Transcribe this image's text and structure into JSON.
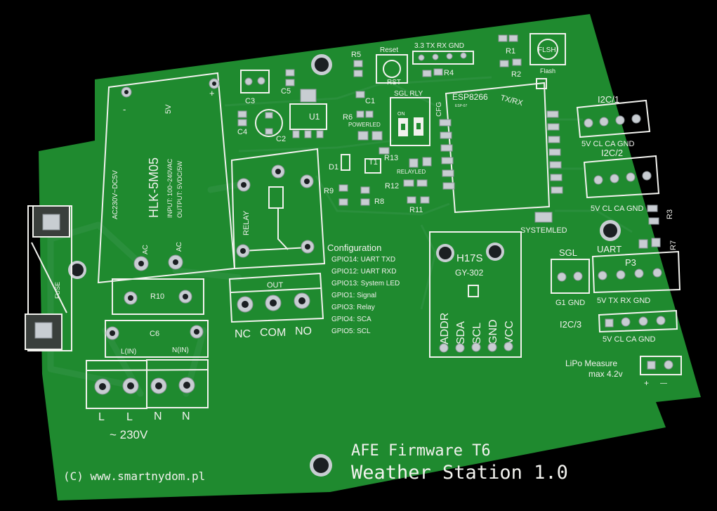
{
  "colors": {
    "background": "#000000",
    "pcb": "#1f8a2f",
    "silkscreen": "#f2f2ee",
    "pad": "#c8cdd2"
  },
  "power_module": {
    "name": "HLK-5M05",
    "input": "INPUT: 100~240VAC",
    "output": "OUTPUT: 5VDC/5W",
    "side": "AC230V~DC5V",
    "minus": "-",
    "plus": "+",
    "volt": "5V",
    "ac1": "AC",
    "ac2": "AC"
  },
  "fuse": "FUSE",
  "r10": "R10",
  "c6": {
    "name": "C6",
    "lin": "L(IN)",
    "nin": "N(IN)"
  },
  "mains": {
    "l1": "L",
    "l2": "L",
    "n1": "N",
    "n2": "N",
    "label": "~ 230V"
  },
  "relay": {
    "name": "RELAY",
    "out": "OUT",
    "nc": "NC",
    "com": "COM",
    "no": "NO"
  },
  "config": {
    "title": "Configuration",
    "lines": [
      "GPIO14: UART TXD",
      "GPIO12: UART RXD",
      "GPIO13: System LED",
      "GPIO1: Signal",
      "GPIO3: Relay",
      "GPIO4: SCA",
      "GPIO5: SCL"
    ]
  },
  "sensor": {
    "name": "GY-302",
    "code": "H17S",
    "pins": [
      "ADDR",
      "SDA",
      "SCL",
      "GND",
      "VCC"
    ]
  },
  "components": {
    "c3": "C3",
    "c5": "C5",
    "c4": "C4",
    "c2": "C2",
    "u1": "U1",
    "d1": "D1",
    "t1": "T1",
    "r5": "R5",
    "c1": "C1",
    "r6": "R6",
    "r13": "R13",
    "r9": "R9",
    "r8": "R8",
    "r12": "R12",
    "r11": "R11",
    "r4": "R4",
    "r1": "R1",
    "r2": "R2",
    "r3": "R3",
    "r7": "R7",
    "rst": "RST",
    "reset": "Reset",
    "flsh": "FLSH",
    "flash": "Flash",
    "powerled": "POWERLED",
    "relayled": "RELAYLED",
    "systemled": "SYSTEMLED",
    "sgl_rly": "SGL RLY",
    "on": "ON",
    "cfg": "CFG"
  },
  "esp": {
    "name": "ESP8266",
    "sub": "ESP-07",
    "txrx": "TX/RX"
  },
  "serial_header": "3.3 TX RX GND",
  "i2c1": {
    "name": "I2C/1",
    "pins": "5V CL CA GND"
  },
  "i2c2": {
    "name": "I2C/2",
    "pins": "5V CL CA GND"
  },
  "i2c3": {
    "name": "I2C/3",
    "pins": "5V CL CA GND"
  },
  "sgl": {
    "name": "SGL",
    "pins": "G1 GND"
  },
  "uart": {
    "name": "UART",
    "conn": "P3",
    "pins": "5V TX RX GND"
  },
  "lipo": {
    "title": "LiPo Measure",
    "sub": "max 4.2v",
    "plus": "+",
    "minus": "—"
  },
  "footer": {
    "firmware": "AFE Firmware T6",
    "product": "Weather Station 1.0",
    "copyright": "(C) www.smartnydom.pl"
  }
}
